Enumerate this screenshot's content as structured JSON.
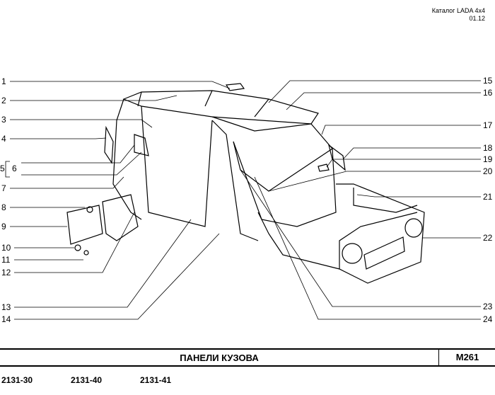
{
  "header": {
    "catalog": "Каталог  LADA  4x4",
    "date": "01.12"
  },
  "labels_left": [
    "1",
    "2",
    "3",
    "4",
    "5",
    "6",
    "7",
    "8",
    "9",
    "10",
    "11",
    "12",
    "13",
    "14"
  ],
  "labels_right": [
    "15",
    "16",
    "17",
    "18",
    "19",
    "20",
    "21",
    "22",
    "23",
    "24"
  ],
  "footer": {
    "title": "ПАНЕЛИ   КУЗОВА",
    "code": "M261"
  },
  "models": [
    "2131-30",
    "2131-40",
    "2131-41"
  ]
}
